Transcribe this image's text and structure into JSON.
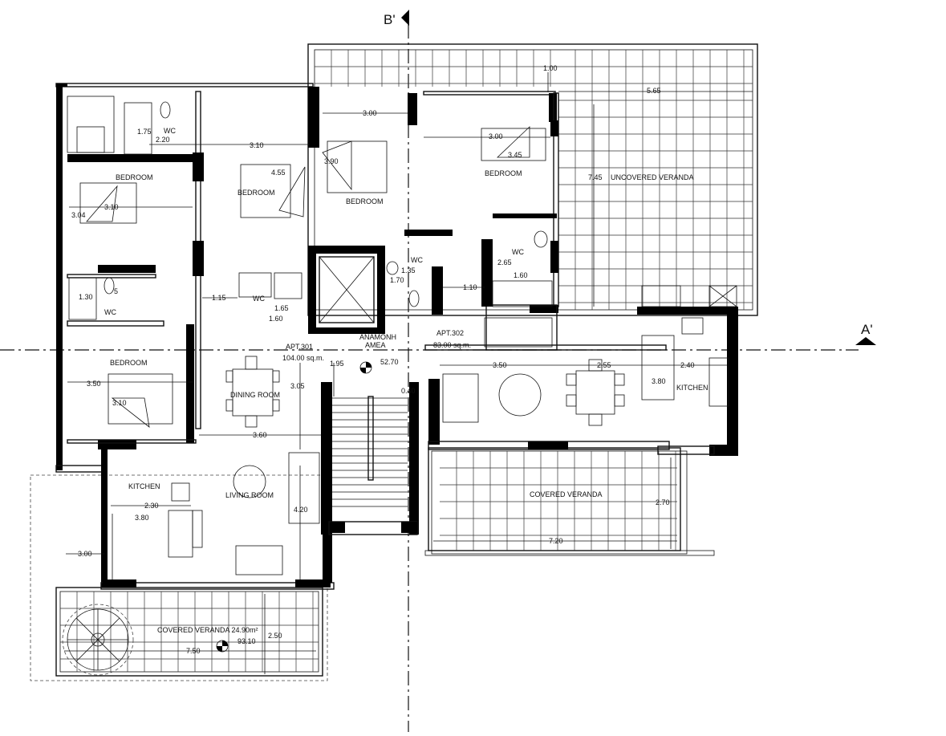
{
  "sections": {
    "b_marker": "B'",
    "a_marker": "A'"
  },
  "rooms": {
    "bedroom_top_left": "BEDROOM",
    "bedroom_center_left": "BEDROOM",
    "bedroom_center": "BEDROOM",
    "bedroom_right": "BEDROOM",
    "bedroom_bottom_left": "BEDROOM",
    "wc_top_left": "WC",
    "wc_mid_left": "WC",
    "wc_center": "WC",
    "wc_stair": "WC",
    "wc_right": "WC",
    "dining_room": "DINING ROOM",
    "living_room": "LIVING ROOM",
    "kitchen_left": "KITCHEN",
    "kitchen_right": "KITCHEN",
    "uncovered_veranda": "UNCOVERED VERANDA",
    "covered_veranda_right": "COVERED VERANDA",
    "covered_veranda_bottom": "COVERED VERANDA 24.90m²",
    "lobby_line1": "ANAMONH",
    "lobby_line2": "AMEA"
  },
  "apartments": {
    "apt301_name": "APT.301",
    "apt301_area": "104.00 sq.m.",
    "apt302_name": "APT.302",
    "apt302_area": "83.00 sq.m."
  },
  "levels": {
    "lobby": "52.70",
    "veranda": "93.10"
  },
  "dims": {
    "d_1_00_top": "1.00",
    "d_5_65": "5.65",
    "d_7_45": "7.45",
    "d_1_75": "1.75",
    "d_2_20": "2.20",
    "d_3_10_top": "3.10",
    "d_3_00_center": "3.00",
    "d_3_00_right": "3.00",
    "d_3_45": "3.45",
    "d_4_55": "4.55",
    "d_3_90": "3.90",
    "d_3_04": "3.04",
    "d_3_10_bed": "3.10",
    "d_1_35": "1.35",
    "d_1_70": "1.70",
    "d_1_10": "1.10",
    "d_2_65": "2.65",
    "d_1_60_right": "1.60",
    "d_1_30": "1.30",
    "d_x5": "5",
    "d_1_15": "1.15",
    "d_1_65": "1.65",
    "d_1_60_center": "1.60",
    "d_1_95": "1.95",
    "d_3_05": "3.05",
    "d_0_40": "0.40",
    "d_3_50_right": "3.50",
    "d_2_55": "2.55",
    "d_2_40": "2.40",
    "d_3_80_right": "3.80",
    "d_3_50_left": "3.50",
    "d_3_10_bottom": "3.10",
    "d_3_60": "3.60",
    "d_2_30": "2.30",
    "d_3_80_left": "3.80",
    "d_4_20": "4.20",
    "d_2_70": "2.70",
    "d_7_20": "7.20",
    "d_3_00_left": "3.00",
    "d_2_50": "2.50",
    "d_7_50": "7.50"
  }
}
